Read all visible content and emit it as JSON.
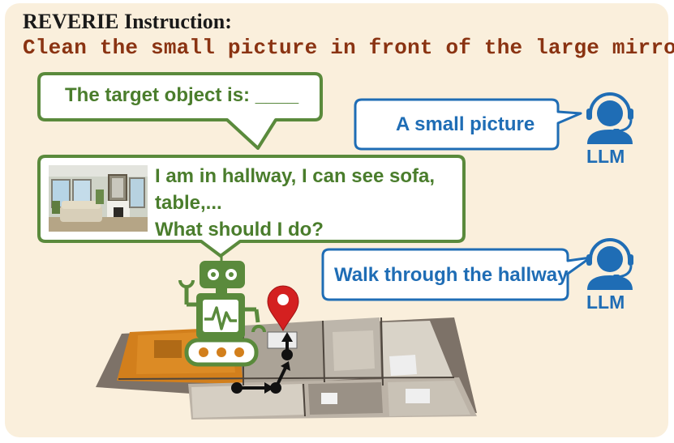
{
  "header": {
    "title": "REVERIE Instruction:",
    "instruction": "Clean the small picture in front of the large mirror."
  },
  "agent": {
    "question": "The target object is: ____",
    "observation_line1": "I am in hallway, I can see sofa,",
    "observation_line2": "table,...",
    "observation_line3": "What should I do?"
  },
  "llm": {
    "label": "LLM",
    "answer_target": "A small picture",
    "answer_action": "Walk through the hallway"
  },
  "colors": {
    "panel_background": "#faefdc",
    "agent_green": "#4a7d2c",
    "llm_blue": "#1f6db5",
    "instruction_brown": "#8a3312",
    "goal_pin_red": "#d42020"
  }
}
